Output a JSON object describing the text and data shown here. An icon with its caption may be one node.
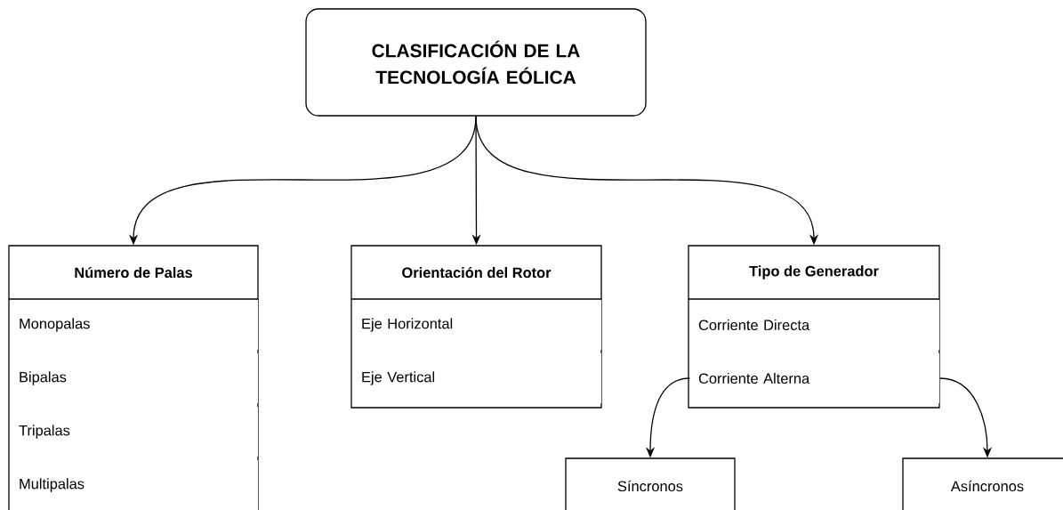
{
  "diagram": {
    "nodes": [
      {
        "text": [
          "CLASIFICACIÓN DE LA TECNOLOGÍA EÓLICA"
        ]
      },
      {
        "text": [
          "Número de Palas"
        ]
      },
      {
        "text": [
          "Monopalas"
        ],
        "in": 1
      },
      {
        "text": [
          "Bipalas"
        ],
        "in": 1
      },
      {
        "text": [
          "Tripalas"
        ],
        "in": 1
      },
      {
        "text": [
          "Multipalas"
        ],
        "in": 1
      },
      {
        "text": [
          "Orientación del Rotor"
        ]
      },
      {
        "text": [
          "Eje Horizontal"
        ],
        "in": 6
      },
      {
        "text": [
          "Eje Vertical"
        ],
        "in": 6
      },
      {
        "text": [
          "Tipo de Generador"
        ]
      },
      {
        "text": [
          "Corriente Directa"
        ],
        "in": 9
      },
      {
        "text": [
          "Corriente Alterna"
        ],
        "in": 9
      },
      {
        "text": [
          "Síncronos"
        ]
      },
      {
        "text": [
          "Asíncronos"
        ]
      }
    ],
    "edges": [
      {
        "from": 0,
        "to": 1,
        "arrow": "to"
      },
      {
        "from": 0,
        "to": 6,
        "arrow": "to"
      },
      {
        "from": 0,
        "to": 9,
        "arrow": "to"
      },
      {
        "from": 11,
        "to": 12,
        "arrow": "to"
      },
      {
        "from": 11,
        "to": 13,
        "arrow": "to"
      }
    ]
  }
}
